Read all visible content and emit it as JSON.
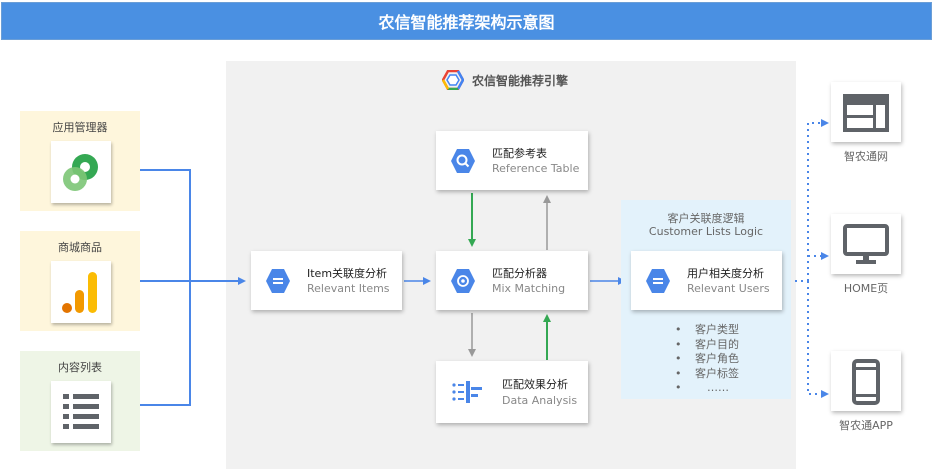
{
  "title": "农信智能推荐架构示意图",
  "engine": {
    "title": "农信智能推荐引擎"
  },
  "sources": [
    {
      "label": "应用管理器",
      "icon": "donut-icon"
    },
    {
      "label": "商城商品",
      "icon": "bar-chart-icon"
    },
    {
      "label": "内容列表",
      "icon": "list-icon"
    }
  ],
  "nodes": {
    "relevant_items": {
      "title": "Item关联度分析",
      "subtitle": "Relevant Items"
    },
    "reference_table": {
      "title": "匹配参考表",
      "subtitle": "Reference Table"
    },
    "mix_matching": {
      "title": "匹配分析器",
      "subtitle": "Mix Matching"
    },
    "data_analysis": {
      "title": "匹配效果分析",
      "subtitle": "Data Analysis"
    },
    "relevant_users": {
      "title": "用户相关度分析",
      "subtitle": "Relevant Users"
    }
  },
  "customer_logic": {
    "title": "客户关联度逻辑",
    "subtitle": "Customer Lists Logic",
    "items": [
      "客户类型",
      "客户目的",
      "客户角色",
      "客户标签",
      "……"
    ]
  },
  "channels": [
    {
      "label": "智农通网",
      "icon": "web-layout-icon"
    },
    {
      "label": "HOME页",
      "icon": "monitor-icon"
    },
    {
      "label": "智农通APP",
      "icon": "phone-icon"
    }
  ],
  "colors": {
    "title_bar": "#4a90e2",
    "blue_arrow": "#4a86e8",
    "green_arrow": "#34a853",
    "gray_arrow": "#999999",
    "node_hex": "#4a86e8"
  }
}
